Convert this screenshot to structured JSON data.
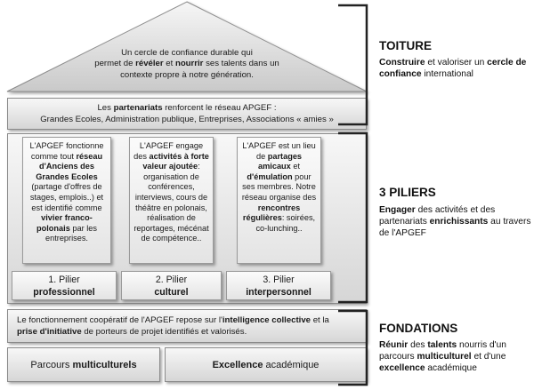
{
  "roof": {
    "text_1": "Un cercle de confiance durable qui",
    "text_2a": "permet de ",
    "text_2b": "révéler",
    "text_2c": " et ",
    "text_2d": "nourrir",
    "text_2e": " ses talents dans un",
    "text_3": "contexte propre à notre génération."
  },
  "partners": {
    "text_1a": "Les ",
    "text_1b": "partenariats",
    "text_1c": " renforcent le réseau APGEF :",
    "text_2": "Grandes Ecoles, Administration publique, Entreprises, Associations « amies »"
  },
  "pillars": [
    {
      "p1": "L'APGEF fonctionne comme tout ",
      "p2": "réseau d'Anciens des Grandes Ecoles",
      "p3": " (partage d'offres de stages, emplois..) et est identifié comme ",
      "p4": "vivier franco-polonais",
      "p5": " par les entreprises.",
      "label_num": "1. Pilier",
      "label_name": "professionnel"
    },
    {
      "p1": "L'APGEF engage des ",
      "p2": "activités à forte valeur ajoutée",
      "p3": ": organisation de conférences, interviews, cours de théâtre en polonais, réalisation de reportages, mécénat de compétence..",
      "p4": "",
      "p5": "",
      "label_num": "2. Pilier",
      "label_name": "culturel"
    },
    {
      "p1": "L'APGEF est un lieu de ",
      "p2": "partages amicaux",
      "p3": " et ",
      "p4": "d'émulation",
      "p5": " pour ses membres. Notre réseau organise des ",
      "p6": "rencontres régulières",
      "p7": ": soirées, co-lunching..",
      "label_num": "3. Pilier",
      "label_name": "interpersonnel"
    }
  ],
  "foundation": {
    "text_1a": "Le fonctionnement coopératif de l'APGEF repose sur l'",
    "text_1b": "intelligence collective",
    "text_1c": " et la",
    "text_2a": "prise d'initiative",
    "text_2b": " de porteurs de projet identifiés et valorisés.",
    "left_a": "Parcours ",
    "left_b": "multiculturels",
    "right_a": "Excellence",
    "right_b": " académique"
  },
  "right": {
    "toiture_title": "TOITURE",
    "toiture_a": "Construire",
    "toiture_b": " et valoriser un ",
    "toiture_c": "cercle de confiance",
    "toiture_d": " international",
    "piliers_title": "3 PILIERS",
    "piliers_a": "Engager",
    "piliers_b": " des activités et des partenariats ",
    "piliers_c": "enrichissants",
    "piliers_d": " au travers de l'APGEF",
    "fond_title": "FONDATIONS",
    "fond_a": "Réunir",
    "fond_b": " des ",
    "fond_c": "talents",
    "fond_d": " nourris d'un parcours ",
    "fond_e": "multiculturel",
    "fond_f": " et d'une ",
    "fond_g": "excellence",
    "fond_h": " académique"
  }
}
